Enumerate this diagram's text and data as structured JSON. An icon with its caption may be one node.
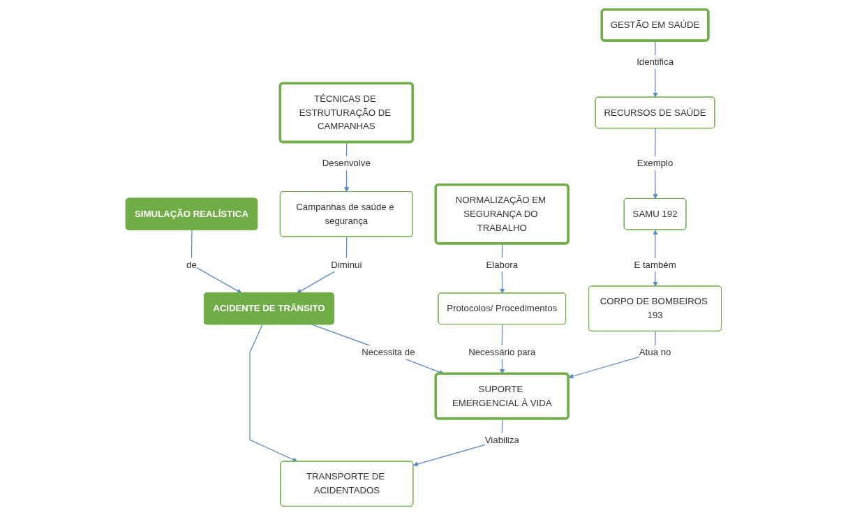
{
  "diagram": {
    "nodes": [
      {
        "text": [
          "TÉCNICAS DE ESTRUTURAÇÃO DE CAMPANHAS"
        ]
      },
      {
        "text": [
          "NORMALIZAÇÃO EM SEGURANÇA DO TRABALHO"
        ]
      },
      {
        "text": [
          "SIMULAÇÃO REALÍSTICA"
        ]
      },
      {
        "text": [
          "Campanhas de saúde e segurança"
        ]
      },
      {
        "text": [
          "Protocolos/ Procedimentos"
        ]
      },
      {
        "text": [
          "ACIDENTE DE TRÂNSITO"
        ]
      },
      {
        "text": [
          "SAMU 192"
        ]
      },
      {
        "text": [
          "GESTÃO EM SAÚDE"
        ]
      },
      {
        "text": [
          "TRANSPORTE DE ACIDENTADOS"
        ]
      },
      {
        "text": [
          "SUPORTE EMERGENCIAL À VIDA"
        ]
      },
      {
        "text": [
          "RECURSOS DE SAÚDE"
        ]
      },
      {
        "text": [
          "CORPO DE BOMBEIROS 193"
        ]
      }
    ],
    "edges": [
      {
        "from": 0,
        "to": 3,
        "arrow": "to",
        "label": "Desenvolve"
      },
      {
        "from": 1,
        "to": 4,
        "arrow": "to",
        "label": "Elabora"
      },
      {
        "from": 2,
        "to": 5,
        "arrow": "to",
        "label": "de"
      },
      {
        "from": 3,
        "to": 5,
        "arrow": "to",
        "label": "Diminui"
      },
      {
        "from": 5,
        "to": 9,
        "arrow": "to",
        "label": "Necessita de"
      },
      {
        "from": 4,
        "to": 9,
        "arrow": "to",
        "label": "Necessário para"
      },
      {
        "from": 5,
        "to": 8,
        "arrow": "to"
      },
      {
        "from": 7,
        "to": 10,
        "arrow": "to",
        "label": "Identifica"
      },
      {
        "from": 10,
        "to": 6,
        "arrow": "to",
        "label": "Exemplo"
      },
      {
        "from": 6,
        "to": 11,
        "arrow": "both",
        "label": "E também"
      },
      {
        "from": 9,
        "to": 8,
        "arrow": "to",
        "label": "Viabiliza"
      },
      {
        "from": 11,
        "to": 9,
        "arrow": "to",
        "label": "Atua no"
      }
    ]
  }
}
